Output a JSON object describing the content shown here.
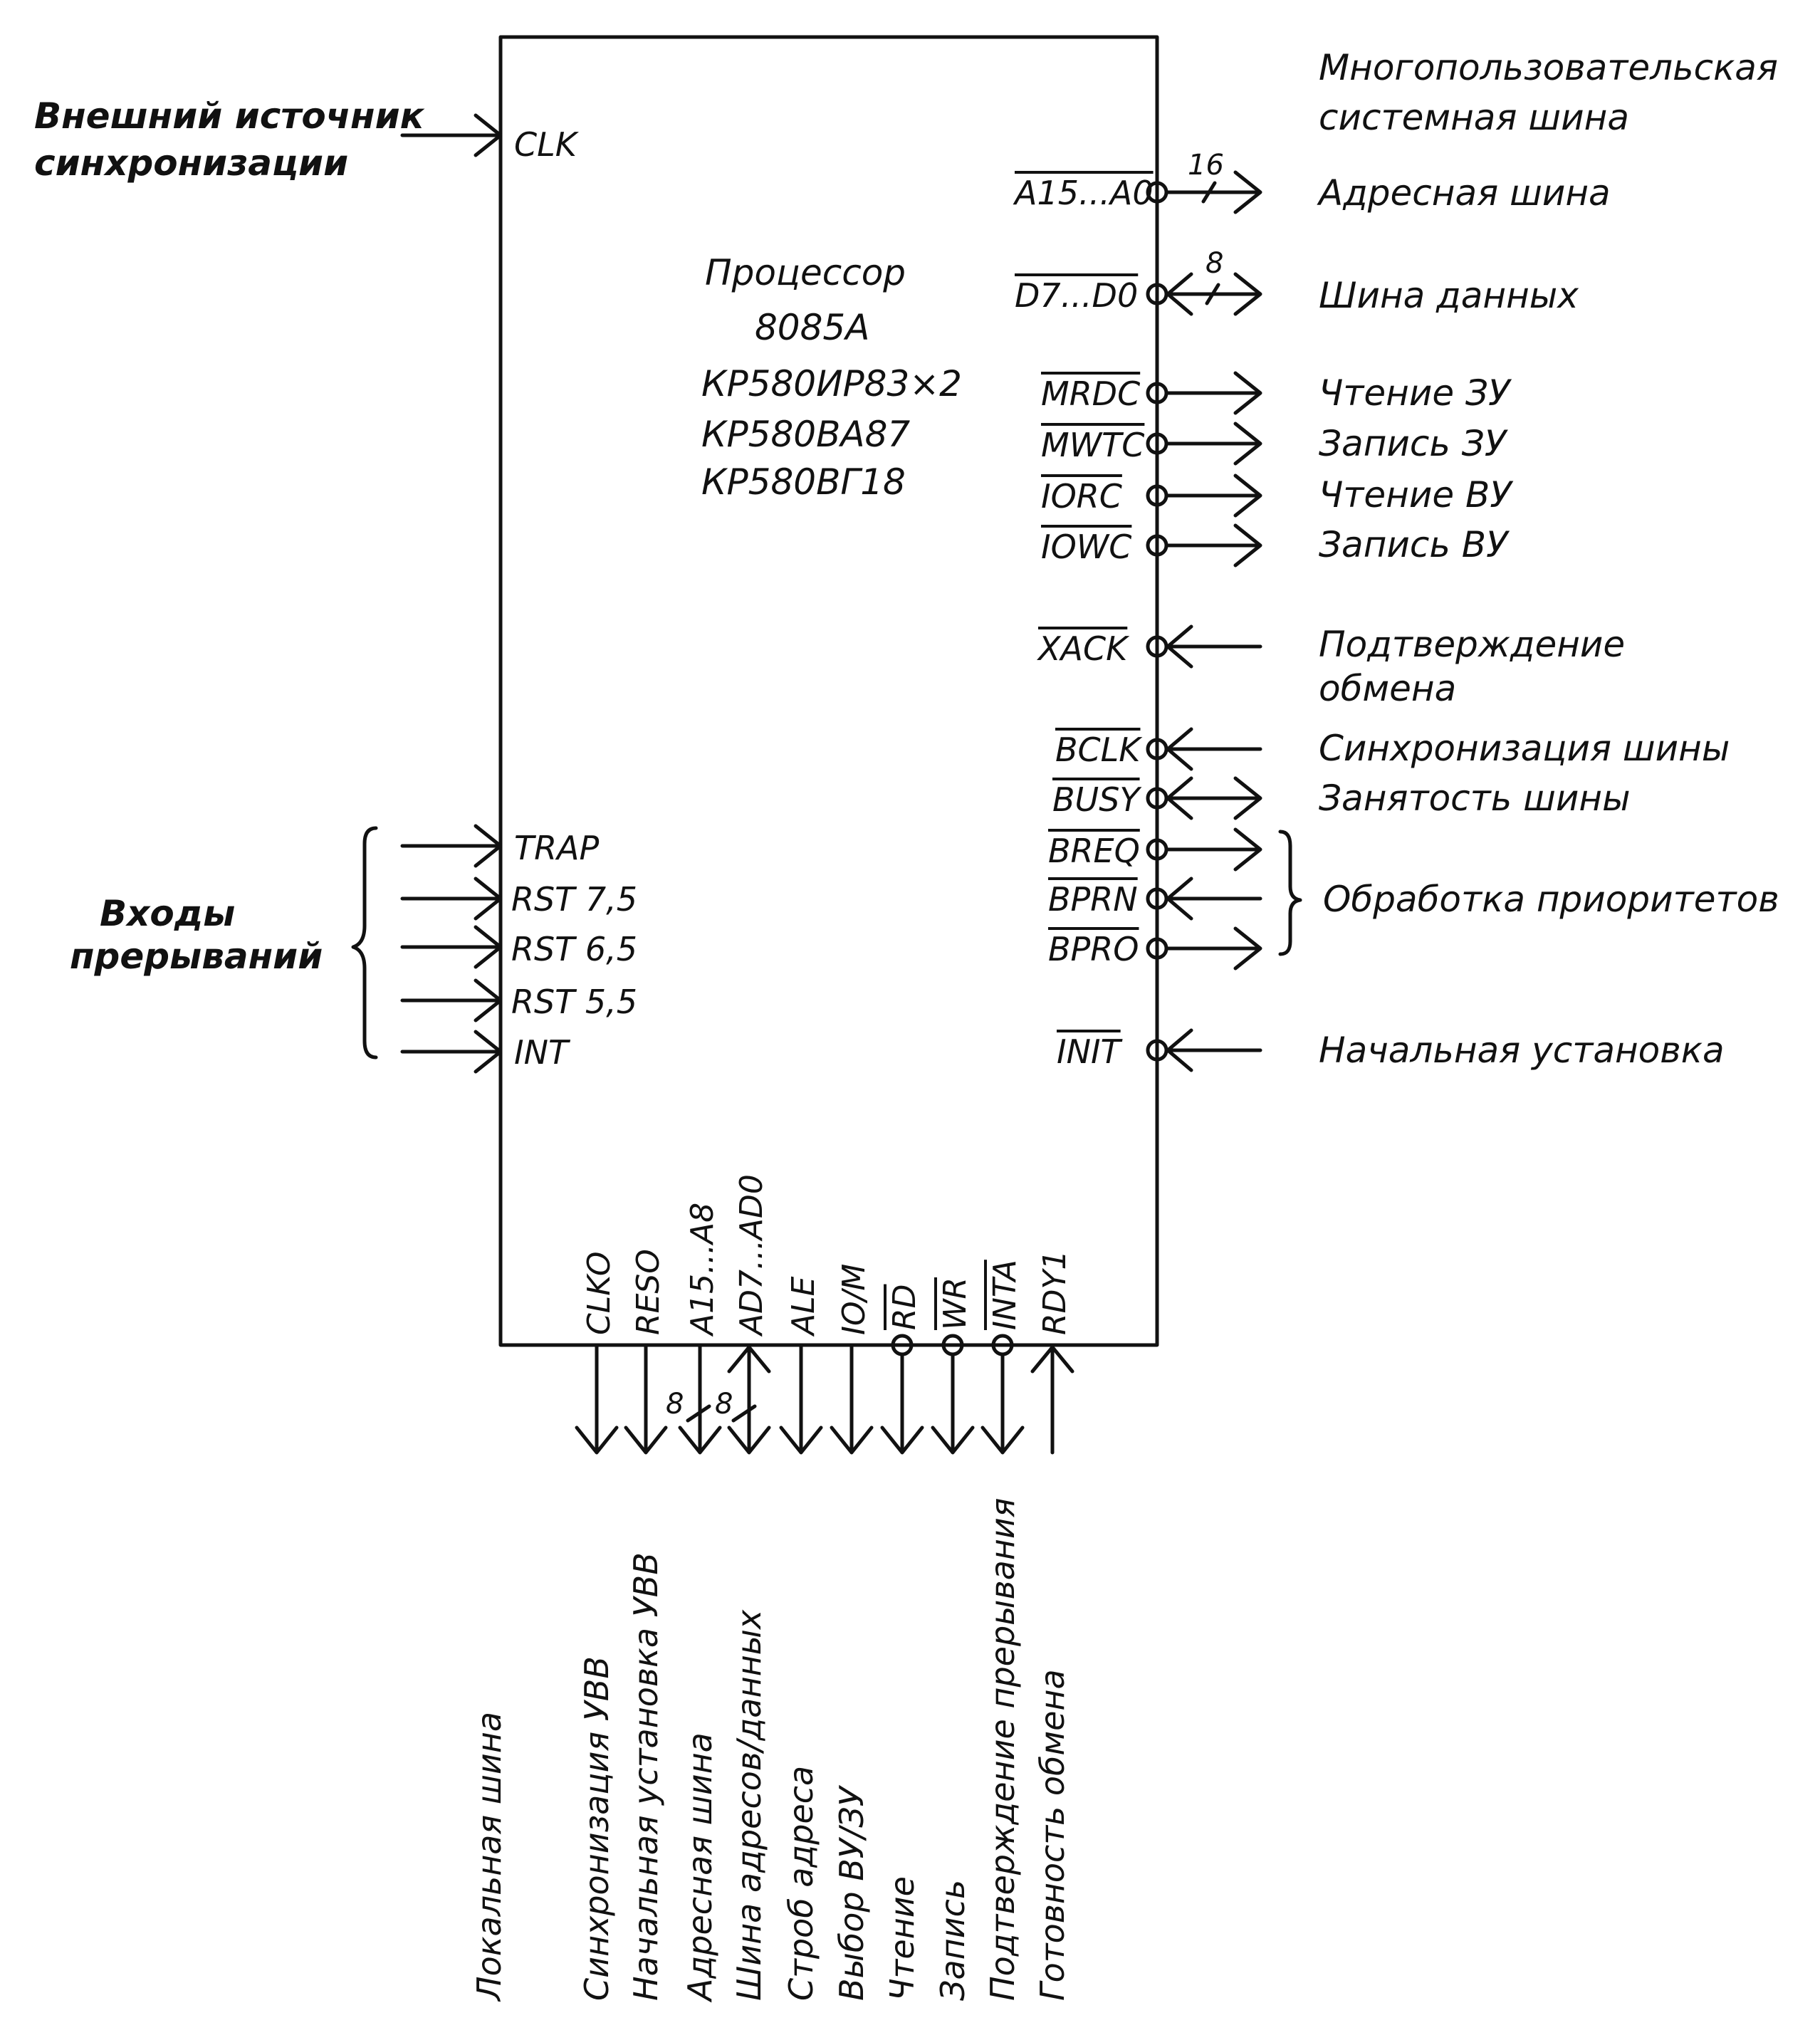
{
  "processor": {
    "lines": [
      "Процессор",
      "8085A",
      "КР580ИР83×2",
      "КР580ВА87",
      "КР580ВГ18"
    ]
  },
  "left": {
    "clock_label": [
      "Внешний источник",
      "синхронизации"
    ],
    "clk_pin": "CLK",
    "interrupts_label": [
      "Входы",
      "прерываний"
    ],
    "interrupt_pins": [
      "TRAP",
      "RST 7,5",
      "RST 6,5",
      "RST 5,5",
      "INT"
    ]
  },
  "right": {
    "bus_title": [
      "Многопользовательская",
      "системная шина"
    ],
    "address_pin": "A15...A0",
    "address_width": "16",
    "address_label": "Адресная шина",
    "data_pin": "D7...D0",
    "data_width": "8",
    "data_label": "Шина данных",
    "pins": [
      {
        "pin": "MRDC",
        "label": "Чтение ЗУ",
        "dir": "out"
      },
      {
        "pin": "MWTC",
        "label": "Запись ЗУ",
        "dir": "out"
      },
      {
        "pin": "IORC",
        "label": "Чтение ВУ",
        "dir": "out"
      },
      {
        "pin": "IOWC",
        "label": "Запись ВУ",
        "dir": "out"
      },
      {
        "pin": "XACK",
        "label": "Подтверждение обмена",
        "dir": "in"
      },
      {
        "pin": "BCLK",
        "label": "Синхронизация шины",
        "dir": "in"
      },
      {
        "pin": "BUSY",
        "label": "Занятость шины",
        "dir": "bi"
      },
      {
        "pin": "BREQ",
        "label": "",
        "dir": "out"
      },
      {
        "pin": "BPRN",
        "label": "",
        "dir": "in"
      },
      {
        "pin": "BPRO",
        "label": "",
        "dir": "out"
      },
      {
        "pin": "INIT",
        "label": "Начальная установка",
        "dir": "in"
      }
    ],
    "xack_label": [
      "Подтверждение",
      "обмена"
    ],
    "priority_label": "Обработка приоритетов"
  },
  "bottom": {
    "pins": [
      "CLKO",
      "RESO",
      "A15...A8",
      "AD7...AD0",
      "ALE",
      "IO/M",
      "RD",
      "WR",
      "INTA",
      "RDY1"
    ],
    "bus_widths": [
      "8",
      "8"
    ],
    "local_bus": "Локальная шина",
    "labels": [
      "Синхронизация УВВ",
      "Начальная установка УВВ",
      "Адресная шина",
      "Шина адресов/данных",
      "Строб адреса",
      "Выбор ВУ/ЗУ",
      "Чтение",
      "Запись",
      "Подтверждение прерывания",
      "Готовность обмена"
    ]
  }
}
